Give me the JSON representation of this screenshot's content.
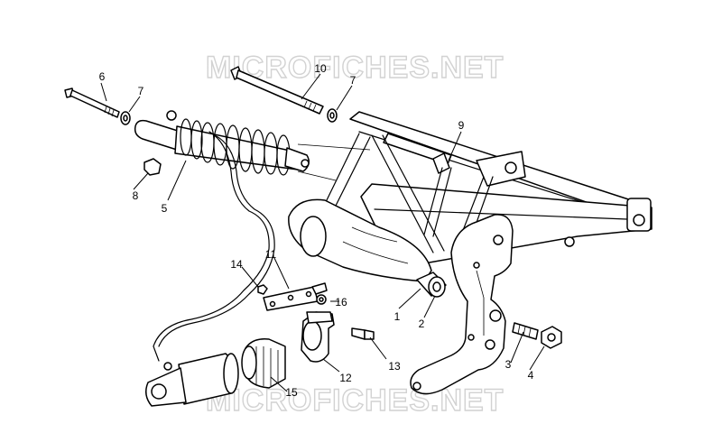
{
  "watermark": {
    "text_top": "MICROFICHES.NET",
    "text_bottom": "MICROFICHES.NET"
  },
  "callouts": {
    "c1": "1",
    "c2": "2",
    "c3": "3",
    "c4": "4",
    "c5": "5",
    "c6": "6",
    "c7a": "7",
    "c7b": "7",
    "c8": "8",
    "c9": "9",
    "c10": "10",
    "c11": "11",
    "c12": "12",
    "c13": "13",
    "c14": "14",
    "c15": "15",
    "c16": "16"
  }
}
